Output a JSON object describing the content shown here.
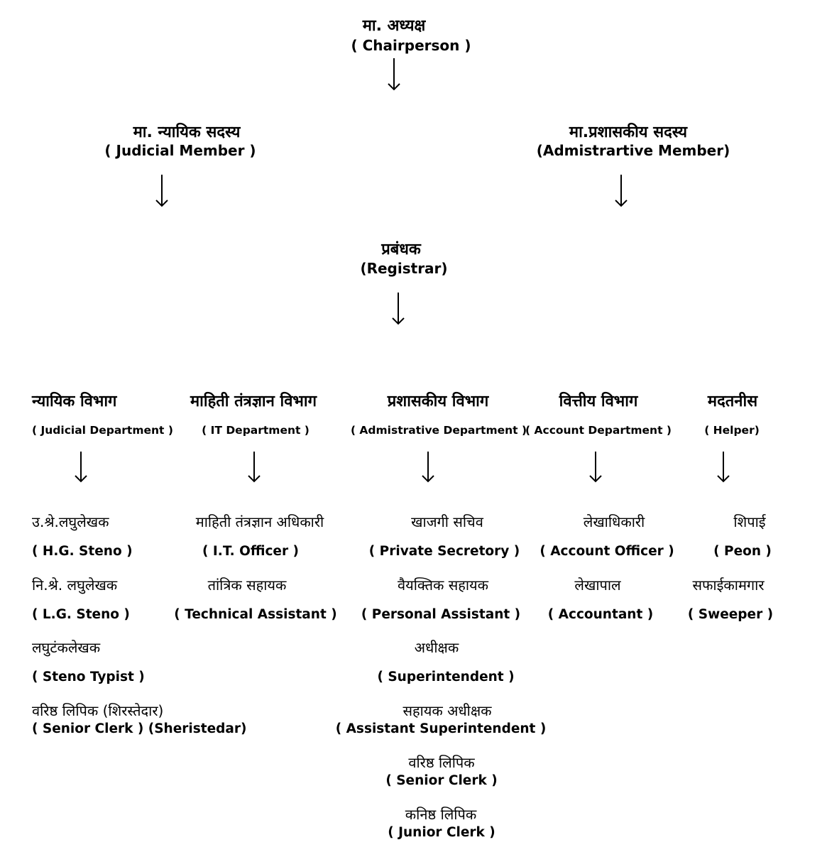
{
  "top": {
    "chairperson": {
      "mr": "मा. अध्यक्ष",
      "en": "( Chairperson )"
    },
    "judicial_member": {
      "mr": "मा. न्यायिक सदस्य",
      "en": "( Judicial Member )"
    },
    "admin_member": {
      "mr": "मा.प्रशासकीय सदस्य",
      "en": "(Admistrartive Member)"
    },
    "registrar": {
      "mr": "प्रबंधक",
      "en": "(Registrar)"
    }
  },
  "departments": [
    {
      "mr": "न्यायिक विभाग",
      "en": "( Judicial Department )",
      "roles": [
        {
          "mr": "उ.श्रे.लघुलेखक",
          "en": "( H.G. Steno )"
        },
        {
          "mr": "नि.श्रे. लघुलेखक",
          "en": "( L.G. Steno )"
        },
        {
          "mr": "लघुटंकलेखक",
          "en": "( Steno Typist )"
        },
        {
          "mr": "वरिष्ठ लिपिक (शिरस्तेदार)",
          "en": "( Senior Clerk ) (Sheristedar)"
        }
      ]
    },
    {
      "mr": "माहिती तंत्रज्ञान विभाग",
      "en": "( IT Department )",
      "roles": [
        {
          "mr": "माहिती तंत्रज्ञान अधिकारी",
          "en": "( I.T. Officer )"
        },
        {
          "mr": "तांत्रिक सहायक",
          "en": "( Technical Assistant )"
        }
      ]
    },
    {
      "mr": "प्रशासकीय विभाग",
      "en": "( Admistrative Department )",
      "roles": [
        {
          "mr": "खाजगी सचिव",
          "en": "( Private Secretory )"
        },
        {
          "mr": "वैयक्तिक सहायक",
          "en": "( Personal Assistant )"
        },
        {
          "mr": "अधीक्षक",
          "en": "( Superintendent )"
        },
        {
          "mr": "सहायक अधीक्षक",
          "en": "( Assistant Superintendent )"
        },
        {
          "mr": "वरिष्ठ लिपिक",
          "en": "( Senior Clerk )"
        },
        {
          "mr": "कनिष्ठ लिपिक",
          "en": "( Junior Clerk )"
        }
      ]
    },
    {
      "mr": "वित्तीय विभाग",
      "en": "( Account Department )",
      "roles": [
        {
          "mr": "लेखाधिकारी",
          "en": "( Account Officer )"
        },
        {
          "mr": "लेखापाल",
          "en": "( Accountant )"
        }
      ]
    },
    {
      "mr": "मदतनीस",
      "en": "( Helper)",
      "roles": [
        {
          "mr": "शिपाई",
          "en": "( Peon )"
        },
        {
          "mr": "सफाईकामगार",
          "en": "( Sweeper )"
        }
      ]
    }
  ]
}
